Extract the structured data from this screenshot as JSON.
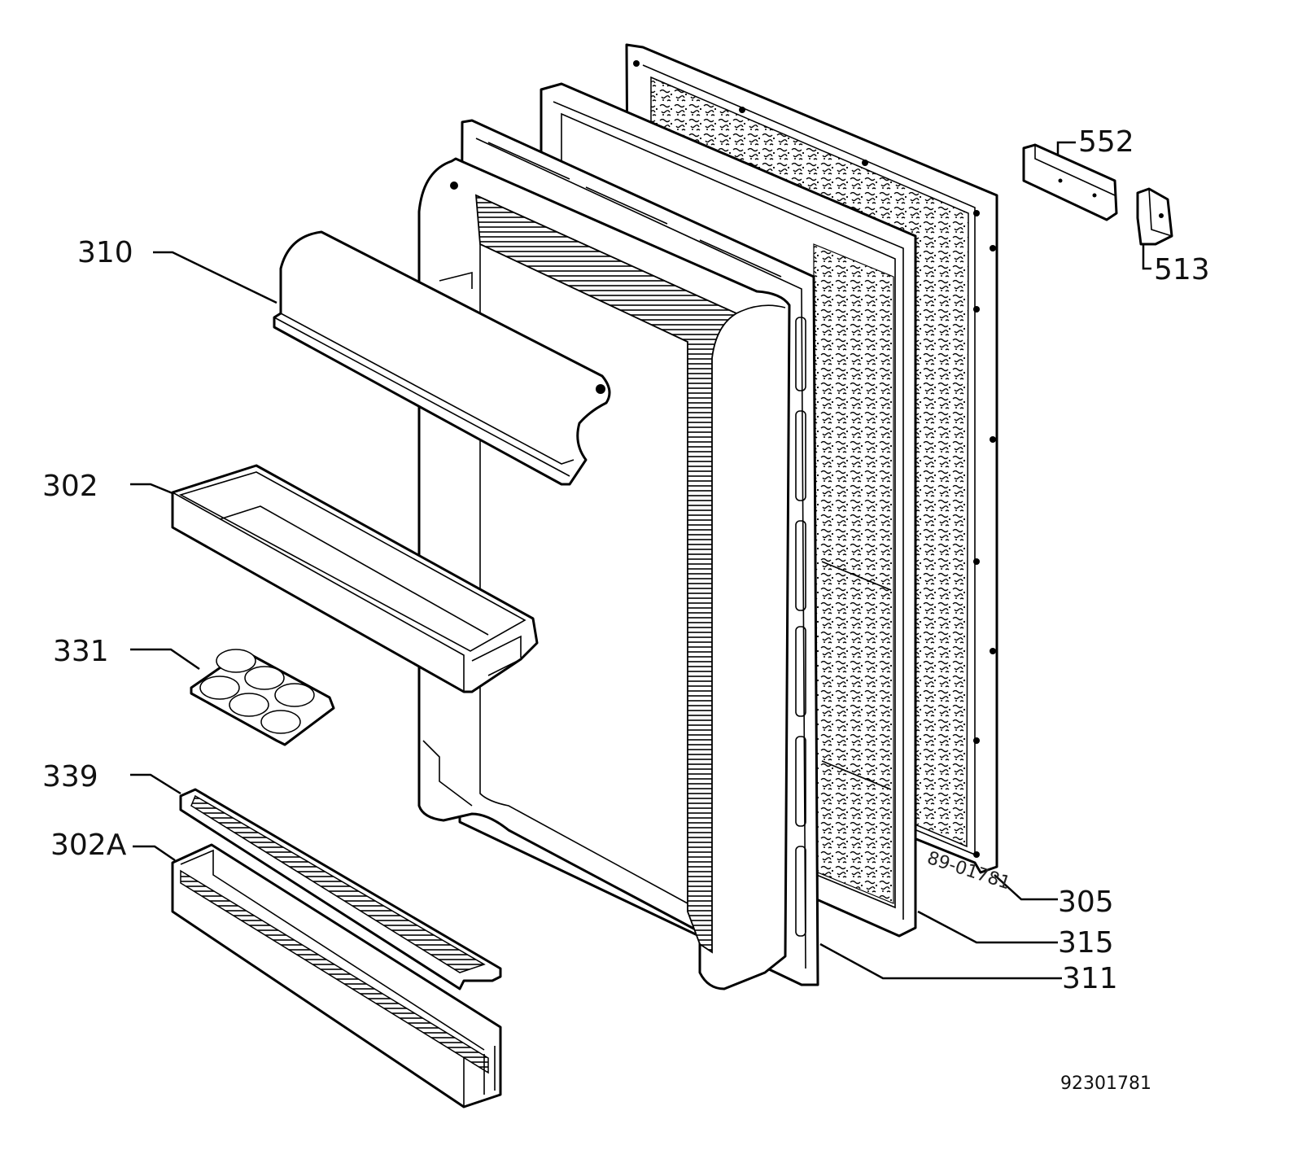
{
  "diagram": {
    "drawing_number": "92301781",
    "stamp_text": "89-01781",
    "callouts": [
      {
        "id": "c-310",
        "text": "310"
      },
      {
        "id": "c-302",
        "text": "302"
      },
      {
        "id": "c-331",
        "text": "331"
      },
      {
        "id": "c-339",
        "text": "339"
      },
      {
        "id": "c-302a",
        "text": "302A"
      },
      {
        "id": "c-552",
        "text": "552"
      },
      {
        "id": "c-513",
        "text": "513"
      },
      {
        "id": "c-305",
        "text": "305"
      },
      {
        "id": "c-315",
        "text": "315"
      },
      {
        "id": "c-311",
        "text": "311"
      }
    ]
  }
}
